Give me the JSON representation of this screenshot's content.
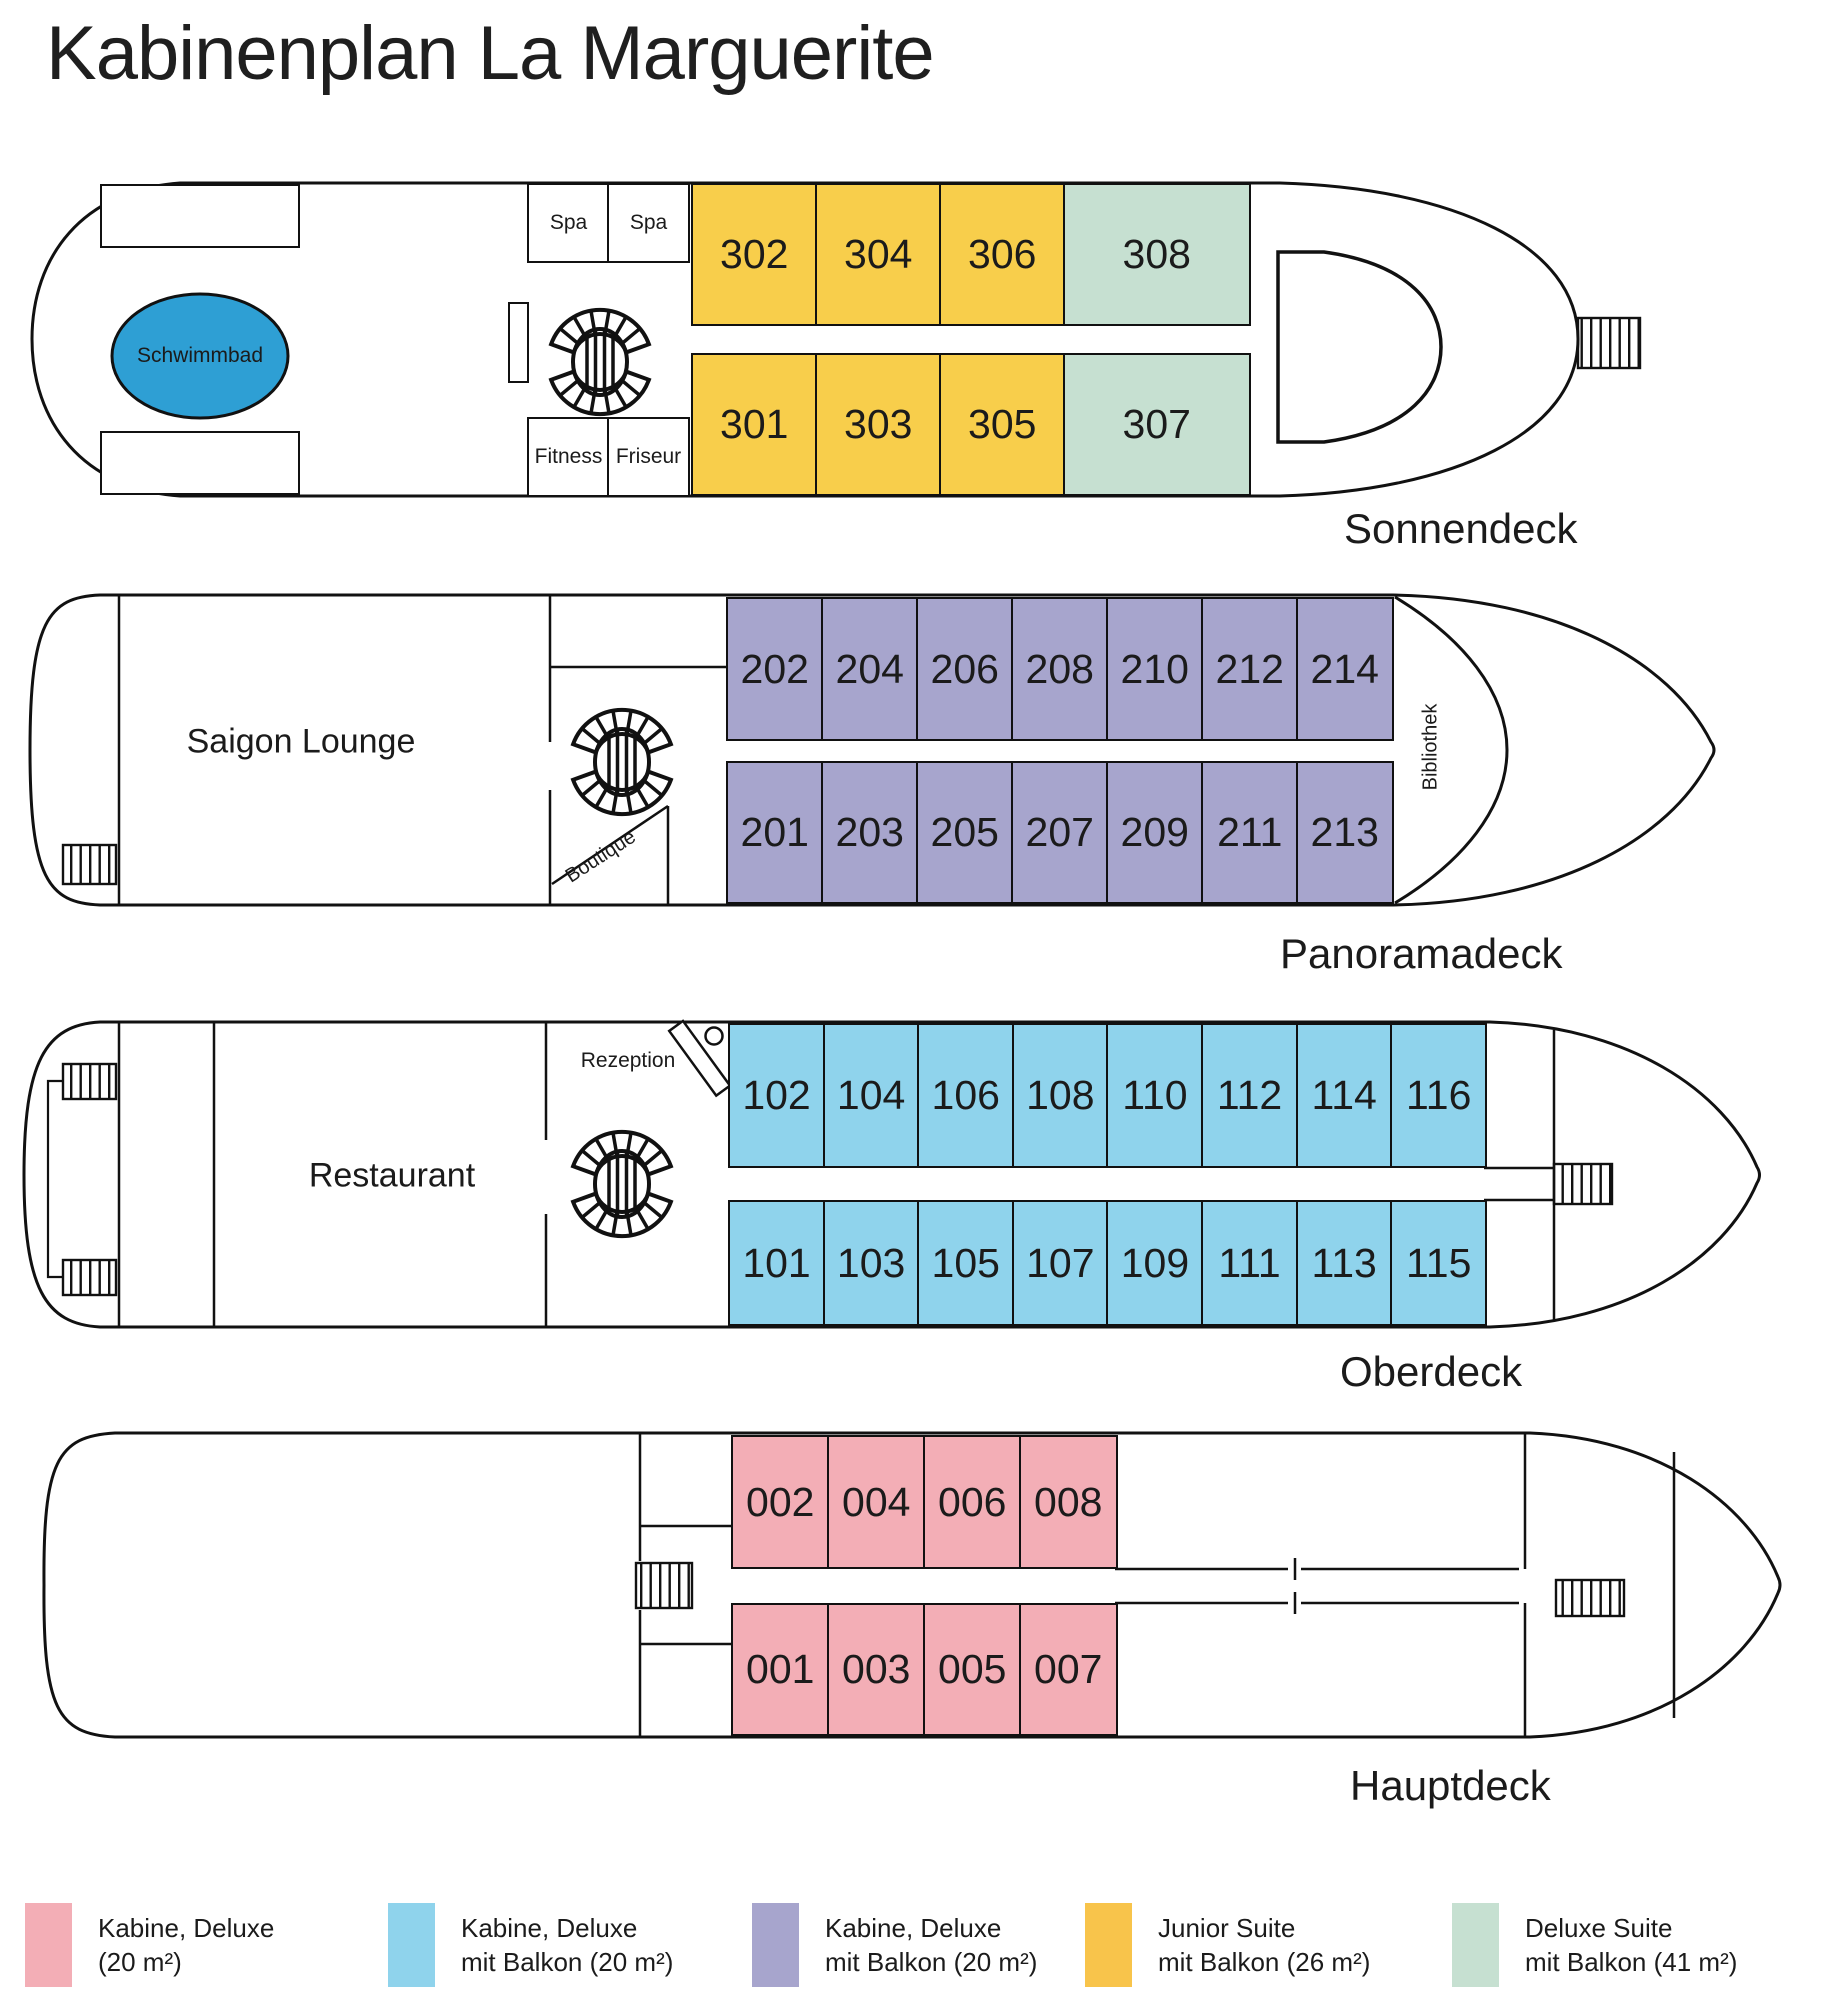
{
  "title": "Kabinenplan La Marguerite",
  "colors": {
    "deluxe": "#F3AEB6",
    "deluxe-balkon-blau": "#8FD3EC",
    "deluxe-balkon-lila": "#A7A5CD",
    "junior-suite": "#F8CE4B",
    "deluxe-suite": "#C6E0D1",
    "pool": "#2E9FD4",
    "line": "#111111"
  },
  "decks": [
    {
      "name": "Sonnendeck",
      "rooms": {
        "schwimmbad": "Schwimmbad",
        "spa": "Spa",
        "fitness": "Fitness",
        "friseur": "Friseur"
      },
      "cabin_rows": [
        {
          "cabins": [
            {
              "no": "302",
              "type": "junior-suite"
            },
            {
              "no": "304",
              "type": "junior-suite"
            },
            {
              "no": "306",
              "type": "junior-suite"
            },
            {
              "no": "308",
              "type": "deluxe-suite"
            }
          ]
        },
        {
          "cabins": [
            {
              "no": "301",
              "type": "junior-suite"
            },
            {
              "no": "303",
              "type": "junior-suite"
            },
            {
              "no": "305",
              "type": "junior-suite"
            },
            {
              "no": "307",
              "type": "deluxe-suite"
            }
          ]
        }
      ]
    },
    {
      "name": "Panoramadeck",
      "rooms": {
        "lounge": "Saigon Lounge",
        "boutique": "Boutique",
        "bibliothek": "Bibliothek"
      },
      "cabin_rows": [
        {
          "cabins": [
            {
              "no": "202",
              "type": "deluxe-balkon-lila"
            },
            {
              "no": "204",
              "type": "deluxe-balkon-lila"
            },
            {
              "no": "206",
              "type": "deluxe-balkon-lila"
            },
            {
              "no": "208",
              "type": "deluxe-balkon-lila"
            },
            {
              "no": "210",
              "type": "deluxe-balkon-lila"
            },
            {
              "no": "212",
              "type": "deluxe-balkon-lila"
            },
            {
              "no": "214",
              "type": "deluxe-balkon-lila"
            }
          ]
        },
        {
          "cabins": [
            {
              "no": "201",
              "type": "deluxe-balkon-lila"
            },
            {
              "no": "203",
              "type": "deluxe-balkon-lila"
            },
            {
              "no": "205",
              "type": "deluxe-balkon-lila"
            },
            {
              "no": "207",
              "type": "deluxe-balkon-lila"
            },
            {
              "no": "209",
              "type": "deluxe-balkon-lila"
            },
            {
              "no": "211",
              "type": "deluxe-balkon-lila"
            },
            {
              "no": "213",
              "type": "deluxe-balkon-lila"
            }
          ]
        }
      ]
    },
    {
      "name": "Oberdeck",
      "rooms": {
        "restaurant": "Restaurant",
        "rezeption": "Rezeption"
      },
      "cabin_rows": [
        {
          "cabins": [
            {
              "no": "102",
              "type": "deluxe-balkon-blau"
            },
            {
              "no": "104",
              "type": "deluxe-balkon-blau"
            },
            {
              "no": "106",
              "type": "deluxe-balkon-blau"
            },
            {
              "no": "108",
              "type": "deluxe-balkon-blau"
            },
            {
              "no": "110",
              "type": "deluxe-balkon-blau"
            },
            {
              "no": "112",
              "type": "deluxe-balkon-blau"
            },
            {
              "no": "114",
              "type": "deluxe-balkon-blau"
            },
            {
              "no": "116",
              "type": "deluxe-balkon-blau"
            }
          ]
        },
        {
          "cabins": [
            {
              "no": "101",
              "type": "deluxe-balkon-blau"
            },
            {
              "no": "103",
              "type": "deluxe-balkon-blau"
            },
            {
              "no": "105",
              "type": "deluxe-balkon-blau"
            },
            {
              "no": "107",
              "type": "deluxe-balkon-blau"
            },
            {
              "no": "109",
              "type": "deluxe-balkon-blau"
            },
            {
              "no": "111",
              "type": "deluxe-balkon-blau"
            },
            {
              "no": "113",
              "type": "deluxe-balkon-blau"
            },
            {
              "no": "115",
              "type": "deluxe-balkon-blau"
            }
          ]
        }
      ]
    },
    {
      "name": "Hauptdeck",
      "rooms": {},
      "cabin_rows": [
        {
          "cabins": [
            {
              "no": "002",
              "type": "deluxe"
            },
            {
              "no": "004",
              "type": "deluxe"
            },
            {
              "no": "006",
              "type": "deluxe"
            },
            {
              "no": "008",
              "type": "deluxe"
            }
          ]
        },
        {
          "cabins": [
            {
              "no": "001",
              "type": "deluxe"
            },
            {
              "no": "003",
              "type": "deluxe"
            },
            {
              "no": "005",
              "type": "deluxe"
            },
            {
              "no": "007",
              "type": "deluxe"
            }
          ]
        }
      ]
    }
  ],
  "legend": [
    {
      "color": "#F3AEB6",
      "lines": [
        "Kabine, Deluxe",
        "(20 m²)"
      ]
    },
    {
      "color": "#8FD3EC",
      "lines": [
        "Kabine, Deluxe",
        "mit Balkon (20 m²)"
      ]
    },
    {
      "color": "#A7A5CD",
      "lines": [
        "Kabine, Deluxe",
        "mit Balkon (20 m²)"
      ]
    },
    {
      "color": "#F8C44B",
      "lines": [
        "Junior Suite",
        "mit Balkon (26 m²)"
      ]
    },
    {
      "color": "#C6E0D1",
      "lines": [
        "Deluxe Suite",
        "mit Balkon (41 m²)"
      ]
    }
  ]
}
